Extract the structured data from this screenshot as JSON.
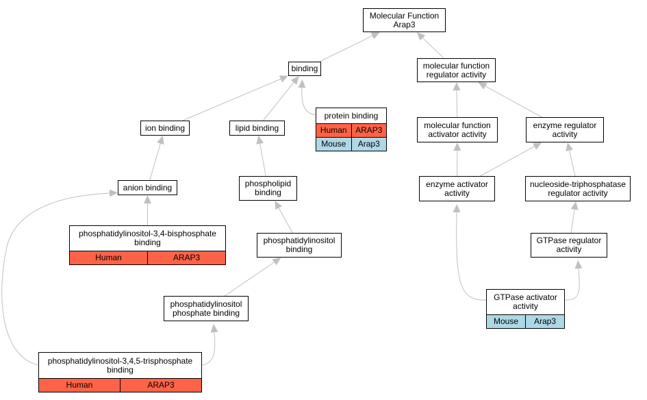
{
  "nodes": {
    "mf_root": {
      "label": "Molecular Function\nArap3"
    },
    "binding": {
      "label": "binding"
    },
    "mf_reg": {
      "label": "molecular function\nregulator activity"
    },
    "protein_binding": {
      "label": "protein binding",
      "rows": [
        {
          "species": "Human",
          "gene": "ARAP3"
        },
        {
          "species": "Mouse",
          "gene": "Arap3"
        }
      ]
    },
    "ion_binding": {
      "label": "ion binding"
    },
    "lipid_binding": {
      "label": "lipid binding"
    },
    "mf_act": {
      "label": "molecular function\nactivator activity"
    },
    "enz_reg": {
      "label": "enzyme regulator\nactivity"
    },
    "anion_binding": {
      "label": "anion binding"
    },
    "phospholipid": {
      "label": "phospholipid\nbinding"
    },
    "enz_act": {
      "label": "enzyme activator\nactivity"
    },
    "ntp_reg": {
      "label": "nucleoside-triphosphatase\nregulator activity"
    },
    "pip2": {
      "label": "phosphatidylinositol-3,4-bisphosphate\nbinding",
      "rows": [
        {
          "species": "Human",
          "gene": "ARAP3"
        }
      ]
    },
    "pi_binding": {
      "label": "phosphatidylinositol\nbinding"
    },
    "gtpase_reg": {
      "label": "GTPase regulator\nactivity"
    },
    "pip_binding": {
      "label": "phosphatidylinositol\nphosphate binding"
    },
    "gtpase_act": {
      "label": "GTPase activator\nactivity",
      "rows": [
        {
          "species": "Mouse",
          "gene": "Arap3"
        }
      ]
    },
    "pip3": {
      "label": "phosphatidylinositol-3,4,5-trisphosphate\nbinding",
      "rows": [
        {
          "species": "Human",
          "gene": "ARAP3"
        }
      ]
    }
  },
  "edges": [
    [
      "binding",
      "mf_root"
    ],
    [
      "mf_reg",
      "mf_root"
    ],
    [
      "ion_binding",
      "binding"
    ],
    [
      "lipid_binding",
      "binding"
    ],
    [
      "protein_binding",
      "binding"
    ],
    [
      "mf_act",
      "mf_reg"
    ],
    [
      "enz_reg",
      "mf_reg"
    ],
    [
      "anion_binding",
      "ion_binding"
    ],
    [
      "phospholipid",
      "lipid_binding"
    ],
    [
      "enz_act",
      "mf_act"
    ],
    [
      "enz_act",
      "enz_reg"
    ],
    [
      "ntp_reg",
      "enz_reg"
    ],
    [
      "pip2",
      "anion_binding"
    ],
    [
      "pip3",
      "anion_binding"
    ],
    [
      "pi_binding",
      "phospholipid"
    ],
    [
      "pip_binding",
      "pi_binding"
    ],
    [
      "pip3",
      "pip_binding"
    ],
    [
      "gtpase_reg",
      "ntp_reg"
    ],
    [
      "gtpase_act",
      "gtpase_reg"
    ],
    [
      "gtpase_act",
      "enz_act"
    ]
  ],
  "colors": {
    "human": "#ff6347",
    "mouse": "#add8e6",
    "edge": "#c0c0c0"
  }
}
